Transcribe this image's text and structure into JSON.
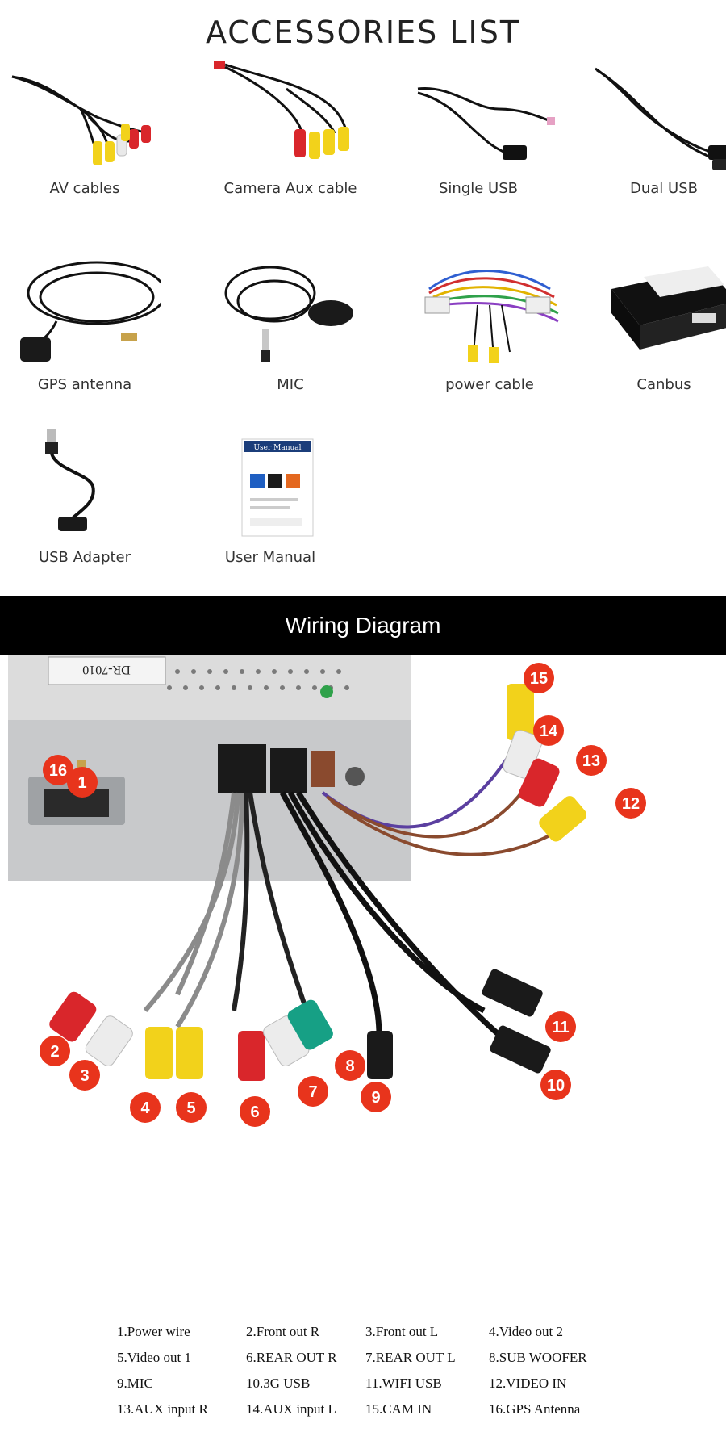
{
  "accessories": {
    "title": "ACCESSORIES LIST",
    "items": [
      {
        "label": "AV cables",
        "icon": "av-cables-image"
      },
      {
        "label": "Camera Aux cable",
        "icon": "camera-aux-cable-image"
      },
      {
        "label": "Single USB",
        "icon": "single-usb-image"
      },
      {
        "label": "Dual USB",
        "icon": "dual-usb-image"
      },
      {
        "label": "GPS antenna",
        "icon": "gps-antenna-image"
      },
      {
        "label": "MIC",
        "icon": "mic-image"
      },
      {
        "label": "power cable",
        "icon": "power-cable-image"
      },
      {
        "label": "Canbus",
        "icon": "canbus-image"
      },
      {
        "label": "USB Adapter",
        "icon": "usb-adapter-image"
      },
      {
        "label": "User Manual",
        "icon": "user-manual-image"
      }
    ],
    "manual_cover_text": "User Manual"
  },
  "wiring": {
    "title": "Wiring Diagram",
    "unit_label": "DR-7010",
    "markers": [
      "1",
      "2",
      "3",
      "4",
      "5",
      "6",
      "7",
      "8",
      "9",
      "10",
      "11",
      "12",
      "13",
      "14",
      "15",
      "16"
    ],
    "marker_color": "#e8341c",
    "legend": [
      [
        "1.Power wire",
        "2.Front out R",
        "3.Front out L",
        "4.Video out 2"
      ],
      [
        "5.Video out 1",
        "6.REAR OUT R",
        "7.REAR OUT L",
        "8.SUB WOOFER"
      ],
      [
        "9.MIC",
        "10.3G USB",
        "11.WIFI USB",
        "12.VIDEO IN"
      ],
      [
        "13.AUX input R",
        "14.AUX input L",
        "15.CAM IN",
        "16.GPS Antenna"
      ]
    ]
  }
}
